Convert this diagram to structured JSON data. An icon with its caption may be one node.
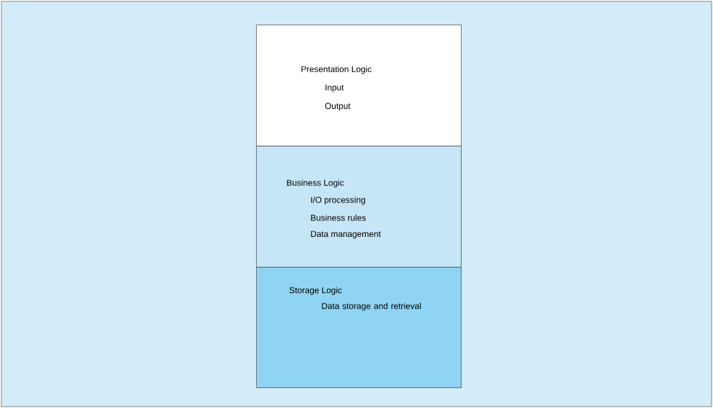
{
  "diagram": {
    "nodes": [
      {
        "text": [
          "Presentation Logic",
          "Input",
          "Output"
        ]
      },
      {
        "text": [
          "Business Logic",
          "I/O processing",
          "Business rules",
          "Data management"
        ]
      },
      {
        "text": [
          "Storage Logic",
          "Data storage and retrieval"
        ]
      }
    ]
  }
}
